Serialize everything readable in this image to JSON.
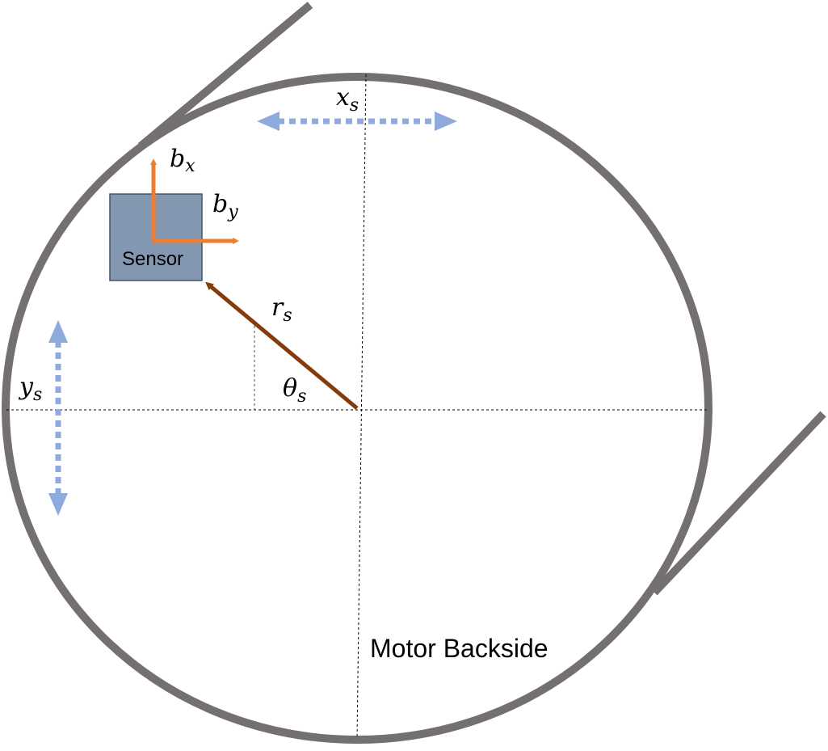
{
  "diagram": {
    "sensor_label": "Sensor",
    "motor_label": "Motor Backside",
    "axes": {
      "bx": {
        "base": "b",
        "sub": "x"
      },
      "by": {
        "base": "b",
        "sub": "y"
      }
    },
    "offsets": {
      "xs": {
        "base": "x",
        "sub": "s"
      },
      "ys": {
        "base": "y",
        "sub": "s"
      }
    },
    "polar": {
      "rs": {
        "base": "r",
        "sub": "s"
      },
      "theta_s": {
        "base": "θ",
        "sub": "s"
      }
    }
  },
  "colors": {
    "ring": "#747070",
    "sensor_fill": "#8497b0",
    "sensor_stroke": "#44546a",
    "body_axes": "#ed7d31",
    "radius_arrow": "#843c0c",
    "offset_arrows": "#8faadc",
    "guides": "#000000"
  }
}
